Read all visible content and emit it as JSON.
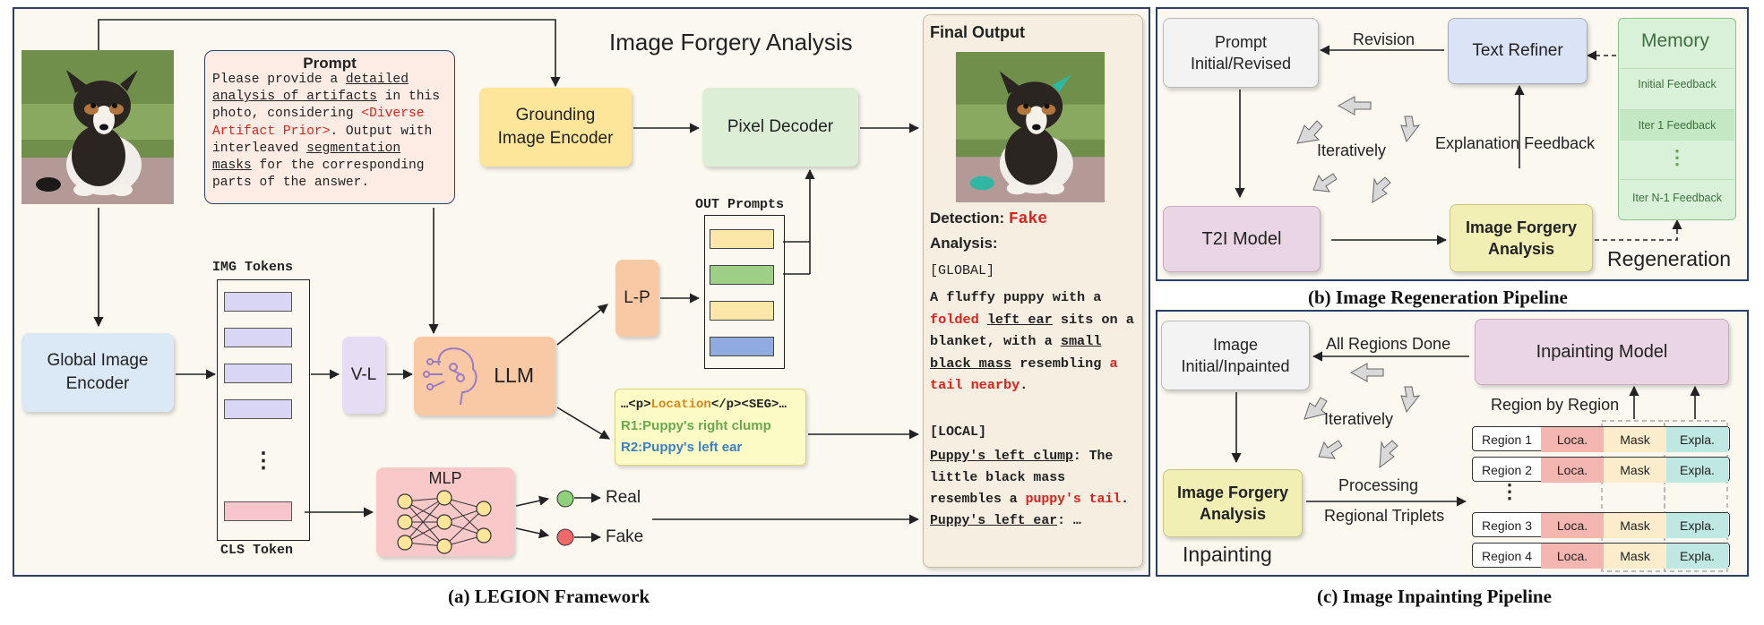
{
  "legion": {
    "title": "Image Forgery Analysis",
    "caption": "(a) LEGION Framework",
    "prompt": {
      "heading": "Prompt",
      "t1": "Please provide a ",
      "u1": "detailed analysis of artifacts",
      "t2": " in this photo, considering ",
      "highlight": "<Diverse Artifact Prior>",
      "t3": ". Output with interleaved ",
      "u2": "segmentation masks",
      "t4": " for the corresponding parts of the answer."
    },
    "grounding_encoder": "Grounding\nImage Encoder",
    "pixel_decoder": "Pixel Decoder",
    "global_encoder": "Global Image\nEncoder",
    "img_tokens": "IMG Tokens",
    "cls_token": "CLS Token",
    "dots": "⋮",
    "vl": "V-L",
    "llm": "LLM",
    "lp": "L-P",
    "out_prompts": "OUT Prompts",
    "seg": {
      "line1_pre": "…<p>",
      "line1_loc": "Location",
      "line1_post": "</p><SEG>…",
      "r1_tag": "R1:",
      "r1_text": "Puppy's right clump",
      "r2_tag": "R2:",
      "r2_text": "Puppy's left ear"
    },
    "mlp": "MLP",
    "real": "Real",
    "fake": "Fake",
    "final": {
      "heading": "Final Output",
      "detection_label": "Detection:",
      "detection_value": "Fake",
      "analysis_label": "Analysis:",
      "global_tag": "[GLOBAL]",
      "g1": "A fluffy puppy with a ",
      "g_red1": "folded",
      "g_u1": "left ear",
      "g2": " sits on a blanket, with a ",
      "g_u2": "small black mass",
      "g3": " resembling ",
      "g_red2": "a tail nearby",
      "g4": ".",
      "local_tag": "[LOCAL]",
      "l_u1": "Puppy's left clump",
      "l1": ": The little black mass resembles a ",
      "l_red": "puppy's tail",
      "l2": ".",
      "l_u2": "Puppy's left ear",
      "l3": ": …"
    }
  },
  "regen": {
    "caption": "(b) Image Regeneration Pipeline",
    "prompt_box": "Prompt\nInitial/Revised",
    "revision": "Revision",
    "text_refiner": "Text Refiner",
    "memory": "Memory",
    "mem_items": [
      "Initial Feedback",
      "Iter 1 Feedback",
      "⋮",
      "Iter N-1 Feedback"
    ],
    "iteratively": "Iteratively",
    "explanation": "Explanation Feedback",
    "t2i": "T2I Model",
    "ifa": "Image Forgery\nAnalysis",
    "label": "Regeneration"
  },
  "inpaint": {
    "caption": "(c) Image Inpainting Pipeline",
    "image_box": "Image\nInitial/Inpainted",
    "all_done": "All Regions Done",
    "model": "Inpainting Model",
    "iteratively": "Iteratively",
    "region_by_region": "Region by Region",
    "ifa": "Image Forgery\nAnalysis",
    "processing": "Processing",
    "triplets": "Regional Triplets",
    "label": "Inpainting",
    "dots": "⋮",
    "regions": [
      {
        "name": "Region 1",
        "loc": "Loca.",
        "mask": "Mask",
        "expl": "Expla."
      },
      {
        "name": "Region 2",
        "loc": "Loca.",
        "mask": "Mask",
        "expl": "Expla."
      },
      {
        "name": "Region 3",
        "loc": "Loca.",
        "mask": "Mask",
        "expl": "Expla."
      },
      {
        "name": "Region 4",
        "loc": "Loca.",
        "mask": "Mask",
        "expl": "Expla."
      }
    ]
  },
  "colors": {
    "panel_border": "#2c3e6b",
    "grounding": "#fde59a",
    "pixel": "#dcefd6",
    "global": "#dbe8f6",
    "llm": "#f9c9a6",
    "mlp": "#f9c9c9",
    "seg_box": "#fcfbc5",
    "final_bg": "#f6eee0",
    "refiner": "#dbe3f6",
    "t2i": "#ead5e4",
    "ifa": "#f1efb4",
    "memory": "#d9f0d9",
    "loca": "#f4b6b0",
    "mask": "#fbeccb",
    "expla": "#bfe8e3"
  }
}
